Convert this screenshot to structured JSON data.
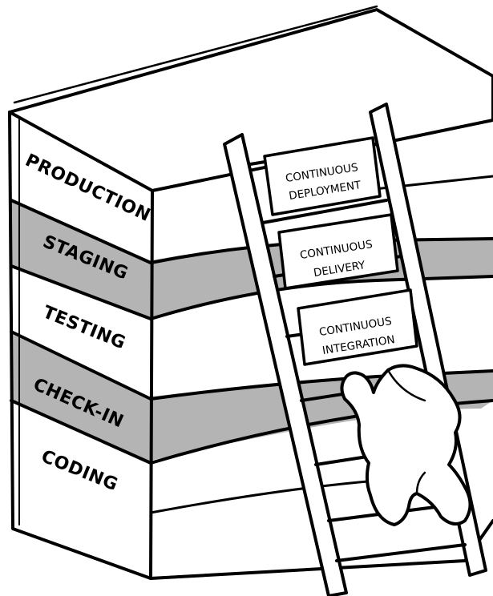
{
  "layers": [
    {
      "id": "production",
      "label": "PRODUCTION",
      "shade": "light"
    },
    {
      "id": "staging",
      "label": "STAGING",
      "shade": "dark"
    },
    {
      "id": "testing",
      "label": "TESTING",
      "shade": "light"
    },
    {
      "id": "check-in",
      "label": "CHECK-IN",
      "shade": "dark"
    },
    {
      "id": "coding",
      "label": "CODING",
      "shade": "light"
    }
  ],
  "ladder_signs": [
    {
      "id": "continuous-deployment",
      "line1": "CONTINUOUS",
      "line2": "DEPLOYMENT"
    },
    {
      "id": "continuous-delivery",
      "line1": "CONTINUOUS",
      "line2": "DELIVERY"
    },
    {
      "id": "continuous-integration",
      "line1": "CONTINUOUS",
      "line2": "INTEGRATION"
    }
  ],
  "colors": {
    "light_layer": "#ffffff",
    "dark_layer": "#b4b4b4",
    "ink": "#000000"
  },
  "icons": [
    "ladder-icon",
    "climbing-figure-icon"
  ]
}
